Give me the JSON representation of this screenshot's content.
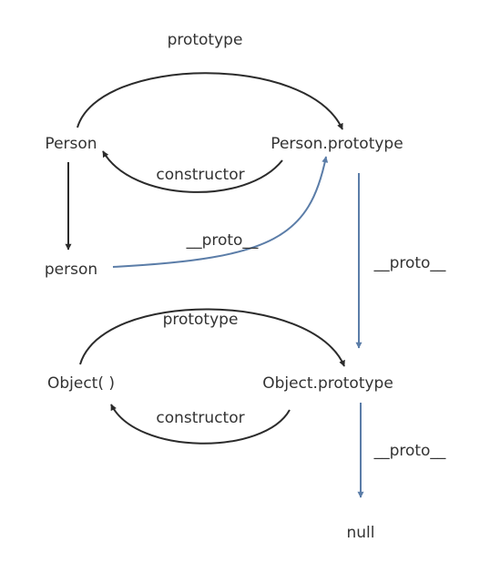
{
  "nodes": {
    "person_ctor": "Person",
    "person_prototype": "Person.prototype",
    "person_instance": "person",
    "object_ctor": "Object( )",
    "object_prototype": "Object.prototype",
    "null_node": "null"
  },
  "edges": {
    "person_prototype_label": "prototype",
    "person_constructor_label": "constructor",
    "instance_proto_label": "__proto__",
    "person_proto_chain_label": "__proto__",
    "object_prototype_label": "prototype",
    "object_constructor_label": "constructor",
    "object_proto_null_label": "__proto__"
  },
  "colors": {
    "dark_edge": "#2b2b2b",
    "proto_edge": "#5b7da8",
    "text": "#333333"
  }
}
